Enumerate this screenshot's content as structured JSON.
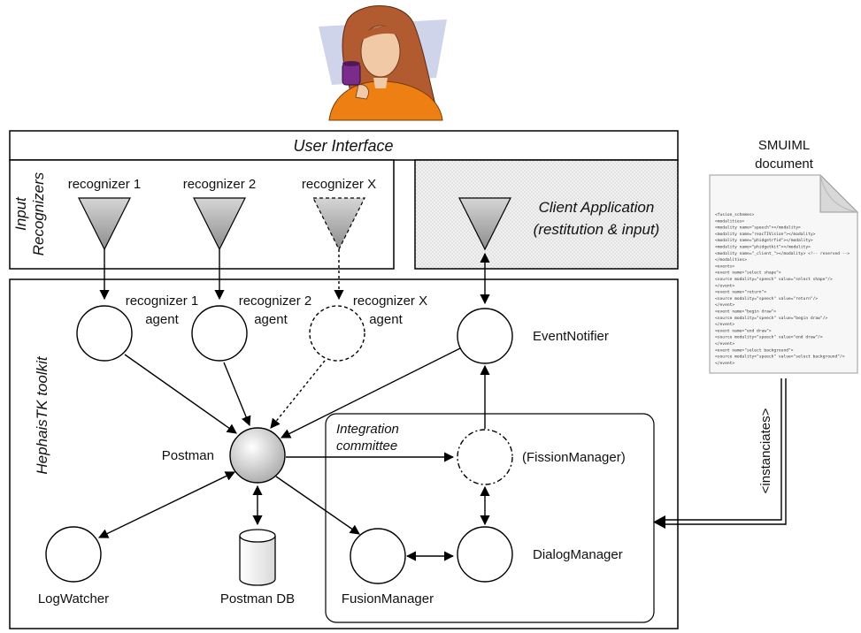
{
  "user_interface": {
    "title": "User Interface"
  },
  "input_recognizers": {
    "section_label_line1": "Input",
    "section_label_line2": "Recognizers",
    "recognizers": [
      "recognizer 1",
      "recognizer 2",
      "recognizer X"
    ]
  },
  "client_application": {
    "title_line1": "Client Application",
    "title_line2": "(restitution & input)"
  },
  "toolkit": {
    "label": "HephaisTK toolkit",
    "agents": [
      {
        "line1": "recognizer 1",
        "line2": "agent"
      },
      {
        "line1": "recognizer 2",
        "line2": "agent"
      },
      {
        "line1": "recognizer X",
        "line2": "agent"
      }
    ],
    "event_notifier": "EventNotifier",
    "postman": "Postman",
    "postman_db": "Postman DB",
    "log_watcher": "LogWatcher"
  },
  "integration_committee": {
    "label_line1": "Integration",
    "label_line2": "committee",
    "fission_manager": "(FissionManager)",
    "dialog_manager": "DialogManager",
    "fusion_manager": "FusionManager"
  },
  "smuiml": {
    "title_line1": "SMUIML",
    "title_line2": "document",
    "relation_label": "<instanciates>",
    "document_lines": [
      "<fusion_schemes>",
      "  <modalities>",
      "    <modality name=\"speech\"></modality>",
      "    <modality name=\"reacTIVision\"></modality>",
      "    <modality name=\"phidgetrfid\"></modality>",
      "    <modality name=\"phidgetkit\"></modality>",
      "    <modality name=\"_client_\"></modality> <!-- reserved -->",
      "  </modalities>",
      "  <events>",
      "    <event name=\"select shape\">",
      "      <source modality=\"speech\" value=\"select shape\"/>",
      "    </event>",
      "    <event name=\"return\">",
      "      <source modality=\"speech\" value=\"return\"/>",
      "    </event>",
      "    <event name=\"begin draw\">",
      "      <source modality=\"speech\" value=\"begin draw\"/>",
      "    </event>",
      "    <event name=\"end draw\">",
      "      <source modality=\"speech\" value=\"end draw\"/>",
      "    </event>",
      "    <event name=\"select background\">",
      "      <source modality=\"speech\" value=\"select background\"/>",
      "    </event>"
    ]
  },
  "colors": {
    "stroke": "#000000",
    "node_fill": "#ffffff",
    "postman_fill": "#cfcfcf",
    "client_bg": "#ebebeb",
    "triangle_fill": "#a8a8a8"
  },
  "icons": [
    "woman-drinking-coffee-icon",
    "document-icon",
    "database-icon"
  ]
}
